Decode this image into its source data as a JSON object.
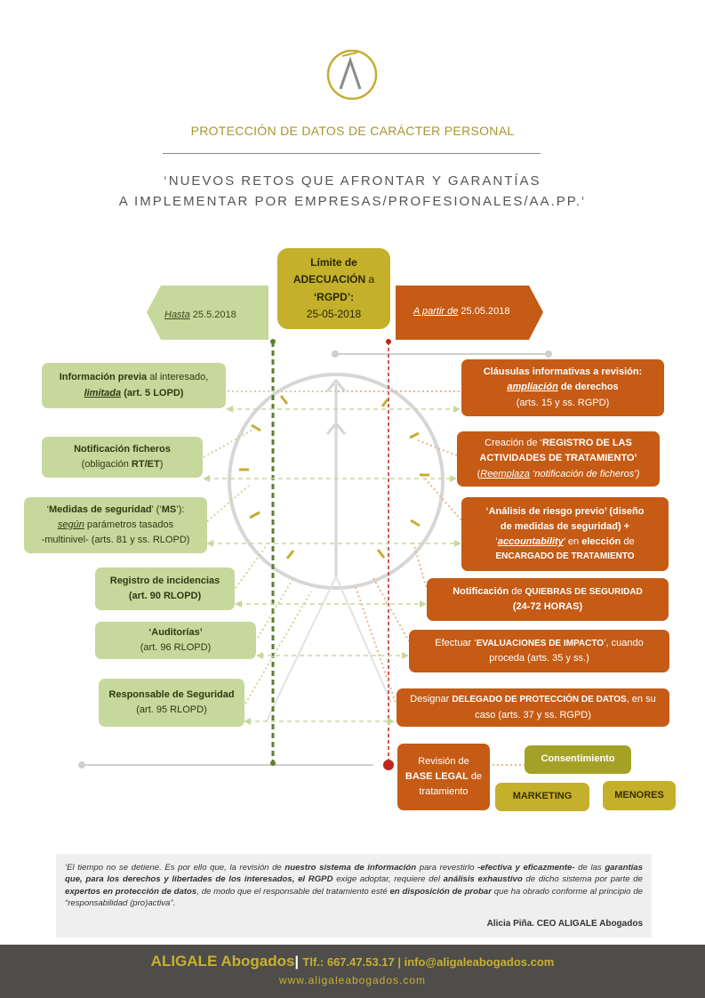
{
  "header": {
    "title": "PROTECCIÓN DE DATOS DE CARÁCTER PERSONAL",
    "subtitle_line1": "‘NUEVOS RETOS QUE AFRONTAR Y GARANTÍAS",
    "subtitle_line2": "A IMPLEMENTAR POR EMPRESAS/PROFESIONALES/AA.PP.‘",
    "logo_letter": "A"
  },
  "timeline": {
    "center": {
      "l1": "Límite de",
      "l2a": "ADECUACIÓN",
      "l2b": " a",
      "l3": "‘RGPD’:",
      "l4": "25-05-2018"
    },
    "left_arrow": {
      "prefix": "Hasta",
      "date": " 25.5.2018"
    },
    "right_arrow": {
      "prefix": "A partir de",
      "date": " 25.05.2018"
    }
  },
  "left_items": [
    {
      "a": "Información previa",
      "b": " al interesado,",
      "c": "limitada",
      "d": " (art. 5 LOPD)"
    },
    {
      "a": "Notificación ficheros",
      "b": "(obligación ",
      "c": "RT/ET",
      "d": ")"
    },
    {
      "a": "‘",
      "b": "Medidas de seguridad",
      "c": "’ (‘",
      "d": "MS",
      "e": "’):",
      "f": "según",
      "g": " parámetros tasados",
      "h": "-multinivel- (arts. 81 y ss. RLOPD)"
    },
    {
      "a": "Registro de incidencias",
      "b": "(art. 90 RLOPD)"
    },
    {
      "a": "‘Auditorías’",
      "b": "(art. 96 RLOPD)"
    },
    {
      "a": "Responsable de Seguridad",
      "b": "(art. 95 RLOPD)"
    }
  ],
  "right_items": [
    {
      "a": "Cláusulas informativas a revisión:",
      "b": "ampliación",
      "c": " de derechos",
      "d": "(arts. 15 y ss. RGPD)"
    },
    {
      "a": "Creación de ‘",
      "b": "REGISTRO DE LAS",
      "c": "ACTIVIDADES DE TRATAMIENTO’",
      "d": "(",
      "e": "Reemplaza",
      "f": " ‘notificación de ficheros’)"
    },
    {
      "a": "‘Análisis de riesgo previo’",
      "b": " (diseño",
      "c": "de medidas de seguridad) +",
      "d": "‘",
      "e": "accountability",
      "f": "’ en ",
      "g": "elección",
      "h": " de",
      "i": "ENCARGADO DE TRATAMIENTO"
    },
    {
      "a": "Notificación",
      "b": " de ",
      "c": "QUIEBRAS DE SEGURIDAD",
      "d": "(24-72 HORAS)"
    },
    {
      "a": "Efectuar ‘",
      "b": "EVALUACIONES DE IMPACTO",
      "c": "’, cuando",
      "d": "proceda (arts. 35 y ss.)"
    },
    {
      "a": "Designar ",
      "b": "DELEGADO DE PROTECCIÓN DE DATOS",
      "c": ", en su",
      "d": "caso (arts. 37 y ss. RGPD)"
    },
    {
      "a": "Revisión de",
      "b": "BASE LEGAL",
      "c": " de",
      "d": "tratamiento"
    }
  ],
  "consent": {
    "main": "Consentimiento",
    "marketing": "MARKETING",
    "minors": "MENORES"
  },
  "quote": {
    "p1": "‘El tiempo no se detiene. Es por ello que, la revisión de ",
    "p2": "nuestro sistema de información",
    "p3": " para revestirlo ",
    "p4": "-efectiva y eficazmente-",
    "p5": " de las ",
    "p6": "garantías que, para los derechos y libertades de los interesados, el RGPD",
    "p7": " exige adoptar, requiere del ",
    "p8": "análisis exhaustivo",
    "p9": " de dicho sistema por parte de ",
    "p10": "expertos en protección de datos",
    "p11": ", de modo que el responsable del tratamiento esté ",
    "p12": "en disposición de probar",
    "p13": " que ha obrado conforme al principio de “responsabilidad (pro)activa”.",
    "author": "Alicia Piña. CEO ALIGALE Abogados"
  },
  "footer": {
    "brand": "ALIGALE Abogados",
    "sep": "| ",
    "phone": "Tlf.: 667.47.53.17",
    "sep2": " | ",
    "email": "info@aligaleabogados.com",
    "web": "www.aligaleabogados.com"
  },
  "colors": {
    "green": "#c7d89c",
    "orange": "#c55b15",
    "gold": "#c4b02b",
    "footer": "#4e4d4a"
  }
}
